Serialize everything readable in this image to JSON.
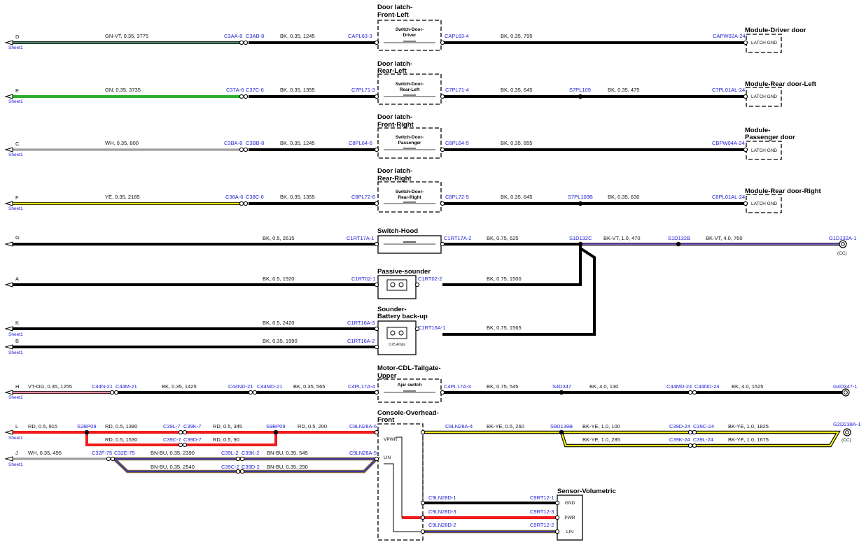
{
  "sheet_label": "Sheet1",
  "ground_cc": "(CC)",
  "rows": {
    "d": {
      "letter": "D",
      "w1": "GN-VT, 0.35, 3775",
      "c1a": "C3AA-8",
      "c1b": "C3AB-8",
      "w2": "BK, 0.35, 1245",
      "c2": "CAPL63-3",
      "c3": "CAPL63-4",
      "w3": "BK, 0.35, 795",
      "c4": "CAPW02A-24"
    },
    "e": {
      "letter": "E",
      "w1": "GN, 0.35, 3735",
      "c1a": "C37A-6",
      "c1b": "C37C-6",
      "w2": "BK, 0.35, 1355",
      "c2": "C7PL71-3",
      "c3": "C7PL71-4",
      "w3": "BK, 0.35, 645",
      "splice": "S7PL109",
      "w4": "BK, 0.35, 475",
      "c4": "C7PL01AL-24"
    },
    "c": {
      "letter": "C",
      "w1": "WH, 0.35, 800",
      "c1a": "C3BA-8",
      "c1b": "C3BB-8",
      "w2": "BK, 0.35, 1245",
      "c2": "C8PL64-6",
      "c3": "C8PL64-5",
      "w3": "BK, 0.35, 855",
      "c4": "CBPW04A-24"
    },
    "f": {
      "letter": "F",
      "w1": "YE, 0.35, 2185",
      "c1a": "C38A-6",
      "c1b": "C38C-6",
      "w2": "BK, 0.35, 1355",
      "c2": "C8PL72-6",
      "c3": "C8PL72-5",
      "w3": "BK, 0.35, 645",
      "splice": "S7PL109B",
      "w4": "BK, 0.35, 630",
      "c4": "C8PL01AL-24"
    },
    "g": {
      "letter": "G",
      "w1": "BK, 0.5, 2615",
      "c2": "C1RT17A-1",
      "c3": "C1RT17A-2",
      "w3": "BK, 0.75, 625",
      "splice1": "S1D132C",
      "w4": "BK-VT, 1.0, 470",
      "splice2": "S1D132B",
      "w5": "BK-VT, 4.0, 760",
      "ground": "G1D132A-1"
    },
    "a": {
      "letter": "A",
      "w1": "BK, 0.5, 1920",
      "c2": "C1RT02-1",
      "c3": "C1RT02-2",
      "w3": "BK, 0.75, 1500"
    },
    "k": {
      "letter": "K",
      "w1": "BK, 0.5, 2420",
      "c2": "C1RT16A-3",
      "c3": "C1RT16A-1",
      "w3": "BK, 0.75, 1565"
    },
    "b": {
      "letter": "B",
      "w1": "BK, 0.35, 1990",
      "c2": "C1RT16A-2"
    },
    "h": {
      "letter": "H",
      "w1": "VT-OG, 0.35, 1255",
      "c1a": "C44N-21",
      "c1b": "C44M-21",
      "w2": "BK, 0.35, 1425",
      "c2a": "C44ND-21",
      "c2b": "C44MD-21",
      "w3": "BK, 0.35, 565",
      "c3": "C4PL17A-4",
      "c4": "C4PL17A-3",
      "w4": "BK, 0.75, 545",
      "splice": "S4D347",
      "w5": "BK, 4.0, 130",
      "c5a": "C44MD-24",
      "c5b": "C44ND-24",
      "w6": "BK, 4.0, 1525",
      "ground": "G4D347-1"
    },
    "l": {
      "letter": "L",
      "w1": "RD, 0.5, 915",
      "splice1": "S2BP09",
      "w2": "RD, 0.5, 1380",
      "c1a": "C39L-7",
      "c1b": "C39K-7",
      "w3": "RD, 0.5, 345",
      "splice2": "S9BP09",
      "w4": "RD, 0.5, 200",
      "c2": "C9LN28A-6",
      "w5": "RD, 0.5, 1530",
      "c3a": "C39C-7",
      "c3b": "C39D-7",
      "w6": "RD, 0.5, 90"
    },
    "j": {
      "letter": "J",
      "w1": "WH, 0.35, 495",
      "c1a": "C32F-75",
      "c1b": "C32E-75",
      "w2": "BN-BU, 0.35, 2390",
      "c2a": "C39L-2",
      "c2b": "C39K-2",
      "w3": "BN-BU, 0.35, 545",
      "c3": "C9LN28A-5",
      "w4": "BN-BU, 0.35, 2540",
      "c4a": "C39C-2",
      "c4b": "C39D-2",
      "w5": "BN-BU, 0.35, 290"
    },
    "cons": {
      "c1": "C9LN28A-4",
      "w1": "BK-YE, 0.5, 260",
      "splice": "S9D139B",
      "w2": "BK-YE, 1.0, 100",
      "c2a": "C39D-24",
      "c2b": "C39C-24",
      "w3": "BK-YE, 1.0, 1825",
      "ground": "G2D238A-1",
      "w4": "BK-YE, 1.0, 285",
      "c3a": "C39K-24",
      "c3b": "C39L-24",
      "w5": "BK-YE, 1.0, 1675"
    }
  },
  "components": {
    "door_fl": {
      "title1": "Door latch-",
      "title2": "Front-Left",
      "sw1": "Switch-Door-",
      "sw2": "Driver"
    },
    "door_rl": {
      "title1": "Door latch-",
      "title2": "Rear-Left",
      "sw1": "Switch-Door-",
      "sw2": "Rear-Left"
    },
    "door_fr": {
      "title1": "Door latch-",
      "title2": "Front-Right",
      "sw1": "Switch-Door-",
      "sw2": "Passenger"
    },
    "door_rr": {
      "title1": "Door latch-",
      "title2": "Rear-Right",
      "sw1": "Switch-Door-",
      "sw2": "Rear-Right"
    },
    "hood": {
      "title": "Switch-Hood"
    },
    "sounder": {
      "title": "Passive-sounder"
    },
    "battery": {
      "title1": "Sounder-",
      "title2": "Battery back-up",
      "amps": "0.25 Amps"
    },
    "tailgate": {
      "title1": "Motor-CDL-Tailgate-",
      "title2": "Upper",
      "sw": "Ajar switch"
    },
    "console": {
      "title1": "Console-Overhead-",
      "title2": "Front",
      "vpwr": "VPWR",
      "lin": "LIN"
    },
    "volumetric": {
      "title": "Sensor-Volumetric",
      "pin1": "GND",
      "pin2": "PWR",
      "pin3": "LIN",
      "w1_a": "C9LN28D-1",
      "w1_b": "C9RT12-1",
      "w2_a": "C9LN28D-3",
      "w2_b": "C9RT12-3",
      "w3_a": "C9LN28D-2",
      "w3_b": "C9RT12-2"
    }
  },
  "modules": {
    "driver": {
      "title": "Module-Driver door",
      "pin": "LATCH GND"
    },
    "rear_left": {
      "title": "Module-Rear door-Left",
      "pin": "LATCH GND"
    },
    "passenger": {
      "title1": "Module-",
      "title2": "Passenger door",
      "pin": "LATCH GND"
    },
    "rear_right": {
      "title": "Module-Rear door-Right",
      "pin": "LATCH GND"
    }
  },
  "wire_colors": {
    "black": "#000000",
    "green_violet": "#4e8a6a",
    "green": "#2eae2e",
    "white": "#ffffff",
    "yellow": "#f4ee12",
    "violet": "#7b5bc4",
    "red": "#ee1c1c",
    "pink": "#f08ca0",
    "brown_blue": "#3a3aa6",
    "brown_blue_edge": "#8a6a2a",
    "yellow_edge": "#000000"
  }
}
